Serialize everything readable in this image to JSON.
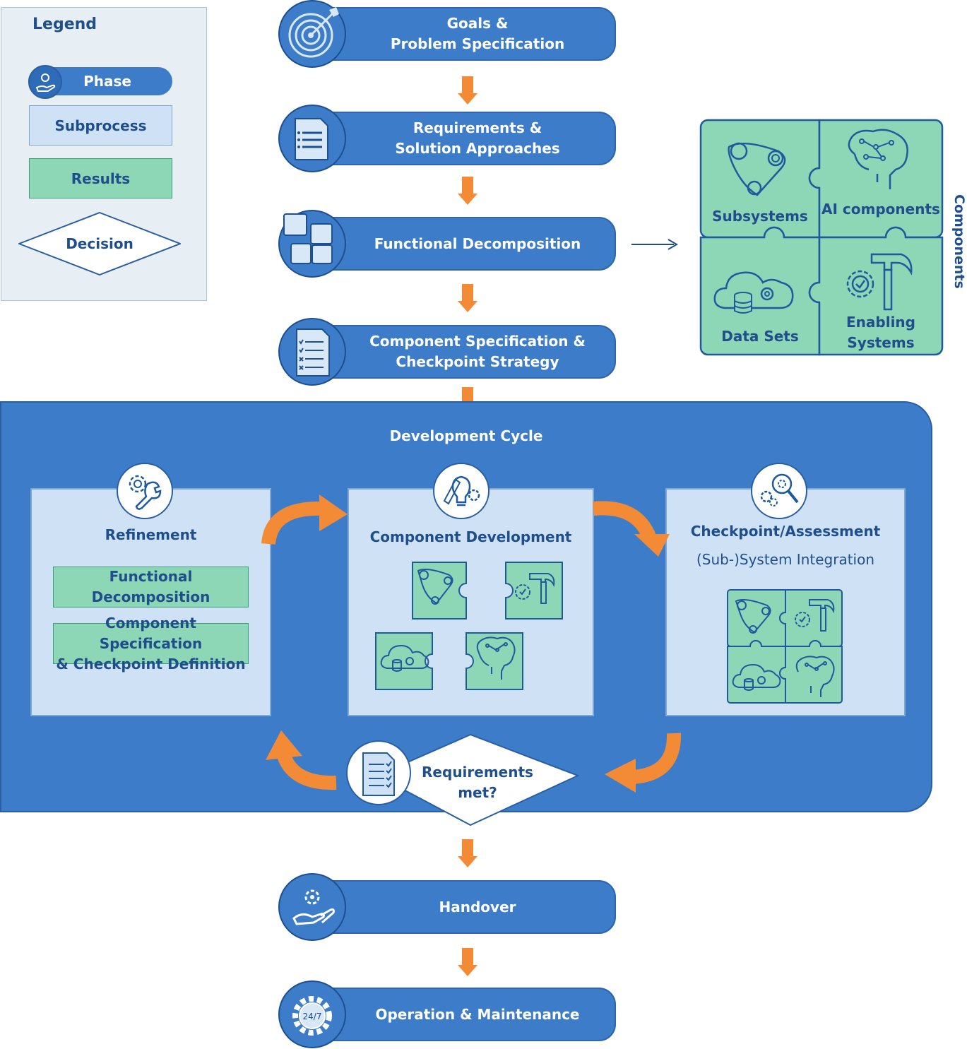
{
  "legend": {
    "title": "Legend",
    "phase": "Phase",
    "subprocess": "Subprocess",
    "results": "Results",
    "decision": "Decision"
  },
  "phases": {
    "goals": [
      "Goals &",
      "Problem Specification"
    ],
    "requirements": [
      "Requirements &",
      "Solution Approaches"
    ],
    "functional": "Functional Decomposition",
    "component_spec": [
      "Component Specification &",
      "Checkpoint Strategy"
    ],
    "handover": "Handover",
    "operation": "Operation & Maintenance"
  },
  "components": {
    "side_label": "Components",
    "subsystems": "Subsystems",
    "ai": "AI components",
    "datasets": "Data Sets",
    "enabling": [
      "Enabling",
      "Systems"
    ]
  },
  "cycle": {
    "title": "Development Cycle",
    "refinement": {
      "title": "Refinement",
      "result1": [
        "Functional",
        "Decomposition"
      ],
      "result2": [
        "Component Specification",
        "& Checkpoint Definition"
      ]
    },
    "development": {
      "title": "Component Development"
    },
    "checkpoint": {
      "title": "Checkpoint/Assessment",
      "note": "(Sub-)System Integration"
    },
    "decision": [
      "Requirements",
      "met?"
    ]
  },
  "icon_text": {
    "operation_badge": "24/7"
  },
  "colors": {
    "phase_blue": "#3d7cc9",
    "subprocess": "#cfe2f5",
    "results": "#8dd6b6",
    "arrow_orange": "#f28a36",
    "text_navy": "#1f4e8c"
  }
}
